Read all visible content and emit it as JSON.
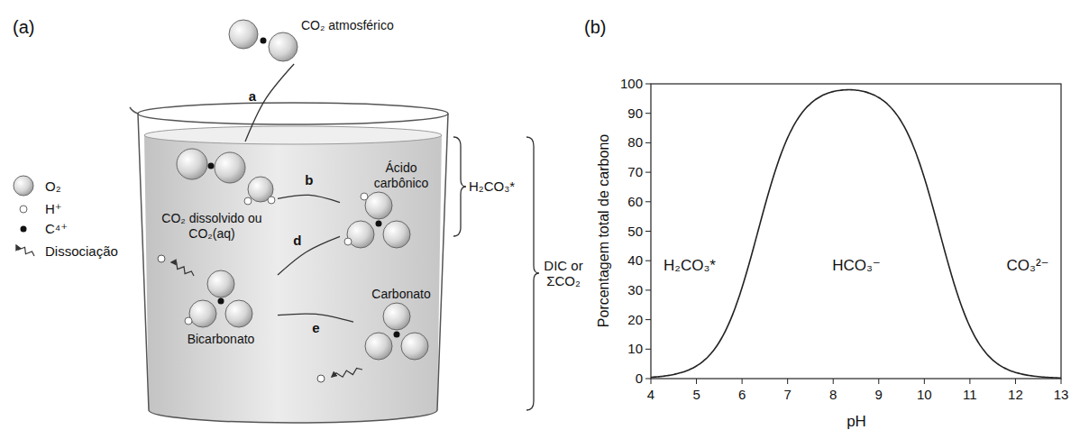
{
  "diagram": {
    "nodes": [
      {
        "text": [
          "CO₂ atmosférico"
        ]
      },
      {
        "text": [
          "CO₂ dissolvido ou CO₂(aq)"
        ]
      },
      {
        "text": [
          "Ácido carbônico"
        ]
      },
      {
        "text": [
          "Bicarbonato"
        ]
      },
      {
        "text": [
          "Carbonato"
        ]
      }
    ],
    "edges": [
      {
        "from": 0,
        "to": 1,
        "arrow": "none",
        "label": "a"
      },
      {
        "from": 1,
        "to": 2,
        "arrow": "none",
        "label": "b"
      },
      {
        "from": 2,
        "to": 3,
        "arrow": "none",
        "label": "d"
      },
      {
        "from": 3,
        "to": 4,
        "arrow": "none",
        "label": "e"
      }
    ],
    "labels": [
      "(a)",
      "(b)",
      "H₂CO₃*",
      "DIC or ΣCO₂",
      "Porcentagem total de carbono",
      "pH",
      "H₂CO₃*",
      "HCO₃⁻",
      "CO₃²⁻",
      "0",
      "10",
      "20",
      "30",
      "40",
      "50",
      "60",
      "70",
      "80",
      "90",
      "100",
      "4",
      "5",
      "6",
      "7",
      "8",
      "9",
      "10",
      "11",
      "12",
      "13"
    ],
    "legend": [
      {
        "text": "O₂"
      },
      {
        "text": "H⁺"
      },
      {
        "text": "C⁴⁺"
      },
      {
        "text": "Dissociação"
      }
    ]
  }
}
